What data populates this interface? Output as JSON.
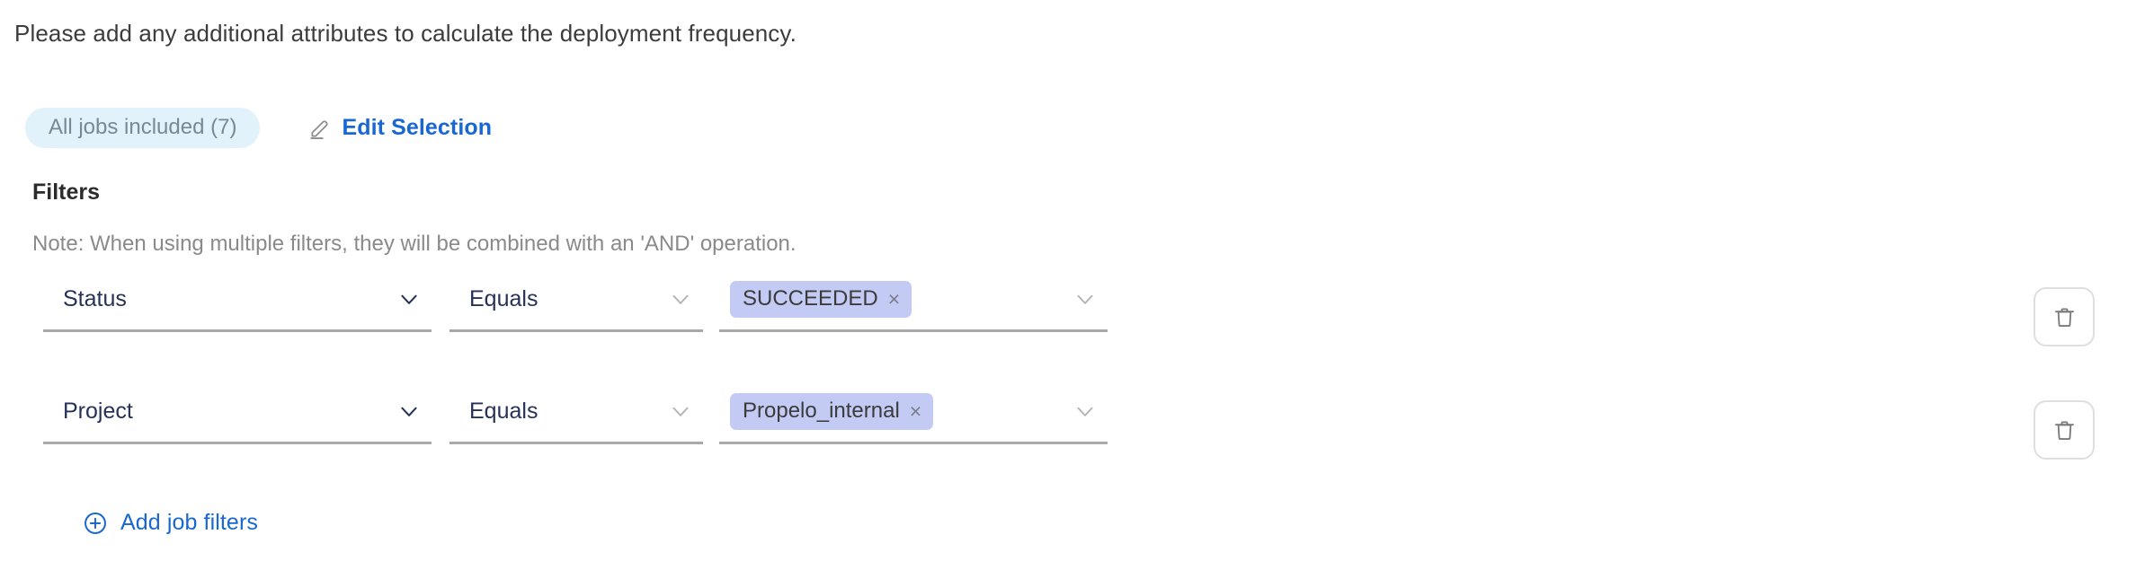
{
  "intro": {
    "text": "Please add any additional attributes to calculate the deployment frequency."
  },
  "selection": {
    "badge_label": "All jobs included (7)",
    "edit_label": "Edit Selection",
    "edit_icon": "pencil-icon"
  },
  "filters": {
    "heading": "Filters",
    "note": "Note: When using multiple filters, they will be combined with an 'AND' operation.",
    "add_label": "Add job filters",
    "add_icon": "plus-circle-icon",
    "delete_icon": "trash-icon",
    "rows": [
      {
        "attribute": "Status",
        "operator": "Equals",
        "values": [
          {
            "label": "SUCCEEDED",
            "remove_icon": "close-icon",
            "remove_glyph": "×"
          }
        ]
      },
      {
        "attribute": "Project",
        "operator": "Equals",
        "values": [
          {
            "label": "Propelo_internal",
            "remove_icon": "close-icon",
            "remove_glyph": "×"
          }
        ]
      }
    ]
  },
  "colors": {
    "link_blue": "#1967d2",
    "badge_bg": "#e1f2fb",
    "badge_text": "#7a8794",
    "chip_bg": "#c3cbf4",
    "chip_text": "#3b3b3b",
    "field_text": "#263257",
    "underline": "#a9a9a9",
    "note_text": "#8a8a8a"
  }
}
